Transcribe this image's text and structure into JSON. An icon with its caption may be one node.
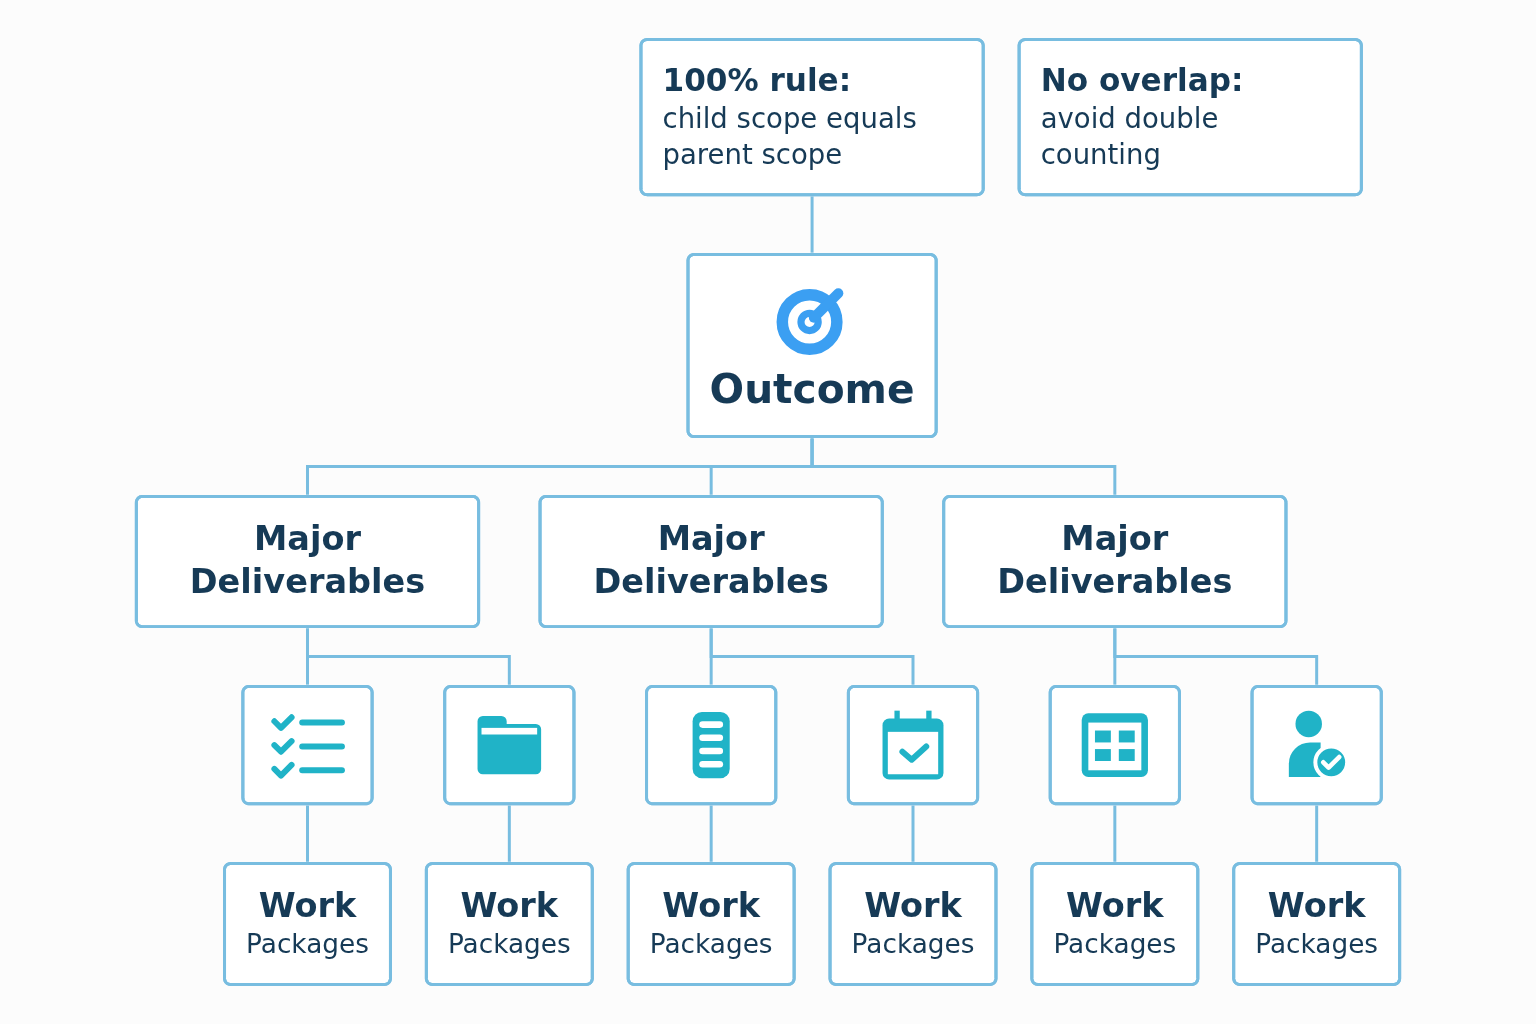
{
  "diagram": {
    "nodes": [
      {
        "text": [
          "100% rule:",
          "child scope equals parent scope"
        ]
      },
      {
        "text": [
          "Outcome"
        ]
      },
      {
        "text": [
          "No overlap:",
          "avoid double counting"
        ]
      },
      {
        "text": [
          "Major Deliverables"
        ]
      },
      {
        "text": [
          "Major Deliverables"
        ]
      },
      {
        "text": [
          "Major Deliverables"
        ]
      },
      {
        "text": [],
        "shape": "picture"
      },
      {
        "text": [],
        "shape": "picture"
      },
      {
        "text": [],
        "shape": "picture"
      },
      {
        "text": [],
        "shape": "picture"
      },
      {
        "text": [],
        "shape": "picture"
      },
      {
        "text": [],
        "shape": "picture"
      },
      {
        "text": [
          "Work",
          "Packages"
        ]
      },
      {
        "text": [
          "Work",
          "Packages"
        ]
      },
      {
        "text": [
          "Work",
          "Packages"
        ]
      },
      {
        "text": [
          "Work",
          "Packages"
        ]
      },
      {
        "text": [
          "Work",
          "Packages"
        ]
      },
      {
        "text": [
          "Work",
          "Packages"
        ]
      }
    ],
    "edges": [
      {
        "from": 0,
        "to": 1,
        "arrow": "none"
      },
      {
        "from": 1,
        "to": 3,
        "arrow": "none"
      },
      {
        "from": 1,
        "to": 4,
        "arrow": "none"
      },
      {
        "from": 1,
        "to": 5,
        "arrow": "none"
      },
      {
        "from": 3,
        "to": 6,
        "arrow": "none"
      },
      {
        "from": 3,
        "to": 7,
        "arrow": "none"
      },
      {
        "from": 4,
        "to": 8,
        "arrow": "none"
      },
      {
        "from": 4,
        "to": 9,
        "arrow": "none"
      },
      {
        "from": 5,
        "to": 10,
        "arrow": "none"
      },
      {
        "from": 5,
        "to": 11,
        "arrow": "none"
      },
      {
        "from": 6,
        "to": 12,
        "arrow": "none"
      },
      {
        "from": 7,
        "to": 13,
        "arrow": "none"
      },
      {
        "from": 8,
        "to": 14,
        "arrow": "none"
      },
      {
        "from": 9,
        "to": 15,
        "arrow": "none"
      },
      {
        "from": 10,
        "to": 16,
        "arrow": "none"
      },
      {
        "from": 11,
        "to": 17,
        "arrow": "none"
      }
    ]
  }
}
